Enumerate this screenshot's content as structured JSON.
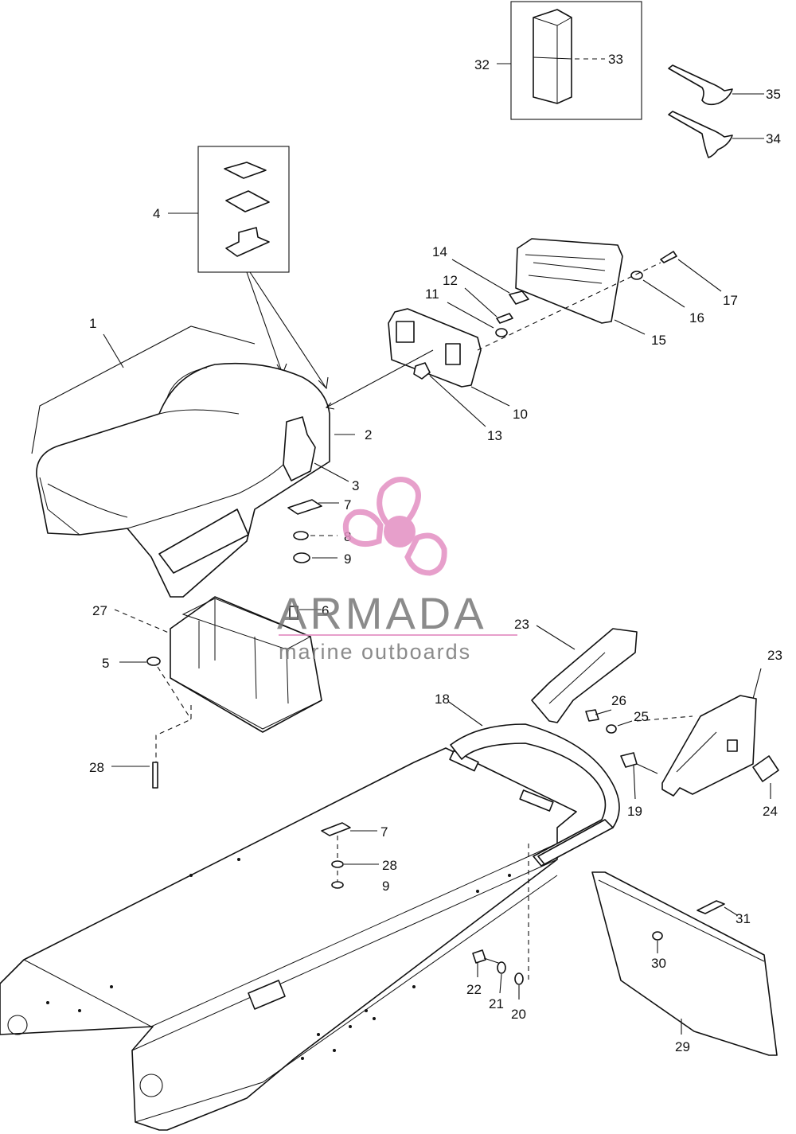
{
  "callouts": [
    "1",
    "2",
    "3",
    "4",
    "5",
    "6",
    "7",
    "8",
    "9",
    "10",
    "11",
    "12",
    "13",
    "14",
    "15",
    "16",
    "17",
    "18",
    "19",
    "20",
    "21",
    "22",
    "23",
    "24",
    "25",
    "26",
    "27",
    "28",
    "29",
    "30",
    "31",
    "32",
    "33",
    "34",
    "35"
  ],
  "duplicate_labels": {
    "n7b": "7",
    "n9b": "9",
    "n28b": "28",
    "n23b": "23"
  },
  "watermark": {
    "brand": "ARMADA",
    "tagline": "marine outboards",
    "color": "#e38fc2",
    "text_color": "#777777"
  }
}
